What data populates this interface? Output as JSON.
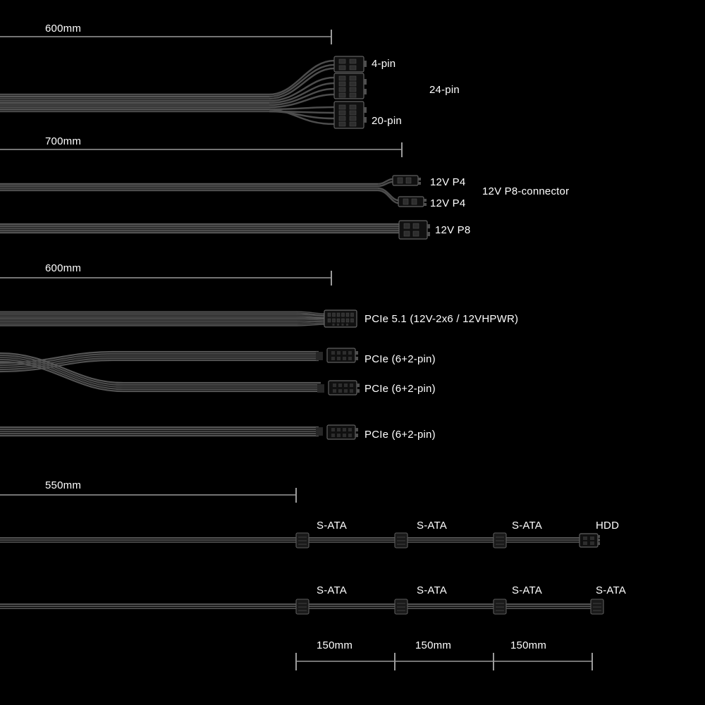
{
  "page": {
    "background_color": "#000000",
    "text_color": "#ffffff",
    "cable_color": "#4d4d4d",
    "ruler_color": "#9b9b9b"
  },
  "atx_section": {
    "length_label": "600mm",
    "pin4_label": "4-pin",
    "pin24_label": "24-pin",
    "pin20_label": "20-pin"
  },
  "cpu_section": {
    "length_label": "700mm",
    "p4_top_label": "12V P4",
    "p4_bottom_label": "12V P4",
    "p8_combo_label": "12V P8-connector",
    "p8_label": "12V P8"
  },
  "pcie_section": {
    "length_label": "600mm",
    "gen5_label": "PCIe 5.1 (12V-2x6 / 12VHPWR)",
    "pcie1_label": "PCIe (6+2-pin)",
    "pcie2_label": "PCIe (6+2-pin)",
    "pcie3_label": "PCIe (6+2-pin)"
  },
  "sata_section": {
    "length_label": "550mm",
    "chain1_labels": [
      "S-ATA",
      "S-ATA",
      "S-ATA",
      "HDD"
    ],
    "chain2_labels": [
      "S-ATA",
      "S-ATA",
      "S-ATA",
      "S-ATA"
    ],
    "segment_labels": [
      "150mm",
      "150mm",
      "150mm"
    ]
  }
}
